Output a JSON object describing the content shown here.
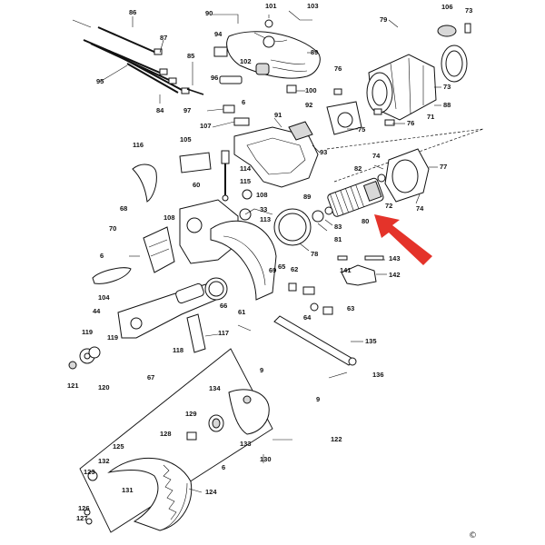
{
  "parts": [
    {
      "id": "p1",
      "label": "86"
    },
    {
      "id": "p2",
      "label": "90"
    },
    {
      "id": "p3",
      "label": "101"
    },
    {
      "id": "p4",
      "label": "103"
    },
    {
      "id": "p5",
      "label": "106"
    },
    {
      "id": "p6",
      "label": "73"
    },
    {
      "id": "p7",
      "label": "79"
    },
    {
      "id": "p8",
      "label": "87"
    },
    {
      "id": "p9",
      "label": "94"
    },
    {
      "id": "p10",
      "label": "89"
    },
    {
      "id": "p11",
      "label": "85"
    },
    {
      "id": "p12",
      "label": "102"
    },
    {
      "id": "p13",
      "label": "76"
    },
    {
      "id": "p14",
      "label": "96"
    },
    {
      "id": "p15",
      "label": "95"
    },
    {
      "id": "p16",
      "label": "100"
    },
    {
      "id": "p17",
      "label": "73"
    },
    {
      "id": "p18",
      "label": "88"
    },
    {
      "id": "p19",
      "label": "6"
    },
    {
      "id": "p20",
      "label": "97"
    },
    {
      "id": "p21",
      "label": "84"
    },
    {
      "id": "p22",
      "label": "92"
    },
    {
      "id": "p23",
      "label": "71"
    },
    {
      "id": "p24",
      "label": "76"
    },
    {
      "id": "p25",
      "label": "107"
    },
    {
      "id": "p26",
      "label": "91"
    },
    {
      "id": "p27",
      "label": "75"
    },
    {
      "id": "p28",
      "label": "93"
    },
    {
      "id": "p29",
      "label": "105"
    },
    {
      "id": "p30",
      "label": "116"
    },
    {
      "id": "p31",
      "label": "114"
    },
    {
      "id": "p32",
      "label": "74"
    },
    {
      "id": "p33",
      "label": "77"
    },
    {
      "id": "p34",
      "label": "82"
    },
    {
      "id": "p35",
      "label": "115"
    },
    {
      "id": "p36",
      "label": "60"
    },
    {
      "id": "p37",
      "label": "108"
    },
    {
      "id": "p38",
      "label": "89"
    },
    {
      "id": "p39",
      "label": "72"
    },
    {
      "id": "p40",
      "label": "74"
    },
    {
      "id": "p41",
      "label": "68"
    },
    {
      "id": "p42",
      "label": "33"
    },
    {
      "id": "p43",
      "label": "108"
    },
    {
      "id": "p44",
      "label": "113"
    },
    {
      "id": "p45",
      "label": "80"
    },
    {
      "id": "p46",
      "label": "83"
    },
    {
      "id": "p47",
      "label": "70"
    },
    {
      "id": "p48",
      "label": "81"
    },
    {
      "id": "p49",
      "label": "78"
    },
    {
      "id": "p50",
      "label": "6"
    },
    {
      "id": "p51",
      "label": "69"
    },
    {
      "id": "p52",
      "label": "143"
    },
    {
      "id": "p53",
      "label": "65"
    },
    {
      "id": "p54",
      "label": "141"
    },
    {
      "id": "p55",
      "label": "104"
    },
    {
      "id": "p56",
      "label": "142"
    },
    {
      "id": "p57",
      "label": "62"
    },
    {
      "id": "p58",
      "label": "66"
    },
    {
      "id": "p59",
      "label": "61"
    },
    {
      "id": "p60",
      "label": "44"
    },
    {
      "id": "p61",
      "label": "63"
    },
    {
      "id": "p62",
      "label": "64"
    },
    {
      "id": "p63",
      "label": "119"
    },
    {
      "id": "p64",
      "label": "117"
    },
    {
      "id": "p65",
      "label": "118"
    },
    {
      "id": "p66",
      "label": "135"
    },
    {
      "id": "p67",
      "label": "119"
    },
    {
      "id": "p68",
      "label": "9"
    },
    {
      "id": "p69",
      "label": "136"
    },
    {
      "id": "p70",
      "label": "67"
    },
    {
      "id": "p71",
      "label": "121"
    },
    {
      "id": "p72",
      "label": "120"
    },
    {
      "id": "p73",
      "label": "134"
    },
    {
      "id": "p74",
      "label": "9"
    },
    {
      "id": "p75",
      "label": "129"
    },
    {
      "id": "p76",
      "label": "128"
    },
    {
      "id": "p77",
      "label": "122"
    },
    {
      "id": "p78",
      "label": "133"
    },
    {
      "id": "p79",
      "label": "125"
    },
    {
      "id": "p80",
      "label": "130"
    },
    {
      "id": "p81",
      "label": "132"
    },
    {
      "id": "p82",
      "label": "6"
    },
    {
      "id": "p83",
      "label": "123"
    },
    {
      "id": "p84",
      "label": "131"
    },
    {
      "id": "p85",
      "label": "124"
    },
    {
      "id": "p86",
      "label": "126"
    },
    {
      "id": "p87",
      "label": "127"
    }
  ],
  "copyright": "©"
}
